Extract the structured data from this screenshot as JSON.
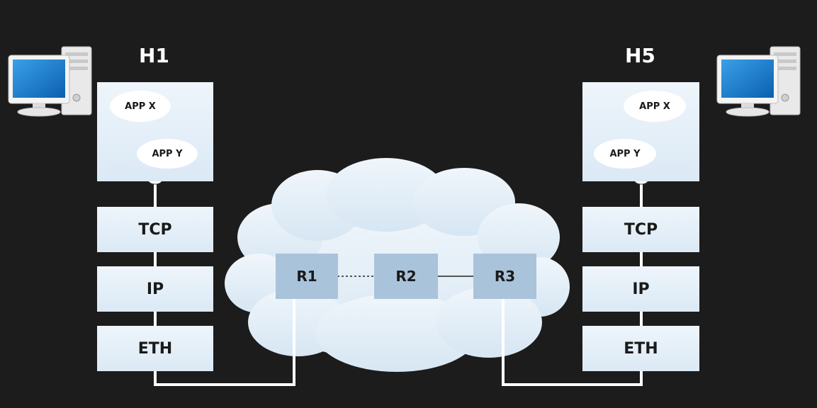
{
  "hosts": {
    "left": {
      "label": "H1",
      "apps": {
        "x": "APP X",
        "y": "APP Y"
      },
      "layers": {
        "tcp": "TCP",
        "ip": "IP",
        "eth": "ETH"
      }
    },
    "right": {
      "label": "H5",
      "apps": {
        "x": "APP X",
        "y": "APP Y"
      },
      "layers": {
        "tcp": "TCP",
        "ip": "IP",
        "eth": "ETH"
      }
    }
  },
  "network": {
    "routers": [
      "R1",
      "R2",
      "R3"
    ],
    "links": [
      {
        "from": "R1",
        "to": "R2",
        "style": "dotted"
      },
      {
        "from": "R2",
        "to": "R3",
        "style": "solid"
      }
    ]
  },
  "icons": [
    "computer-icon",
    "computer-icon"
  ],
  "colors": {
    "background": "#1c1c1c",
    "box": "#e4eef7",
    "router": "#a9c3da",
    "cloud": "#e3eff8",
    "wire": "#ffffff"
  }
}
